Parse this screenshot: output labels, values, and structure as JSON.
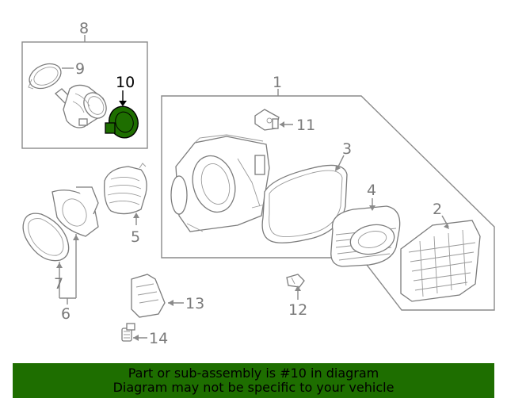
{
  "diagram": {
    "labels": {
      "l1": "1",
      "l2": "2",
      "l3": "3",
      "l4": "4",
      "l5": "5",
      "l6": "6",
      "l7": "7",
      "l8": "8",
      "l9": "9",
      "l10": "10",
      "l11": "11",
      "l12": "12",
      "l13": "13",
      "l14": "14"
    },
    "highlight_part": "10",
    "colors": {
      "highlight": "#1e6e00",
      "banner": "#1e6e00",
      "line": "#8a8a8a"
    }
  },
  "banner": {
    "line1": "Part or sub-assembly is #10 in diagram",
    "line2": "Diagram may not be specific to your vehicle"
  }
}
